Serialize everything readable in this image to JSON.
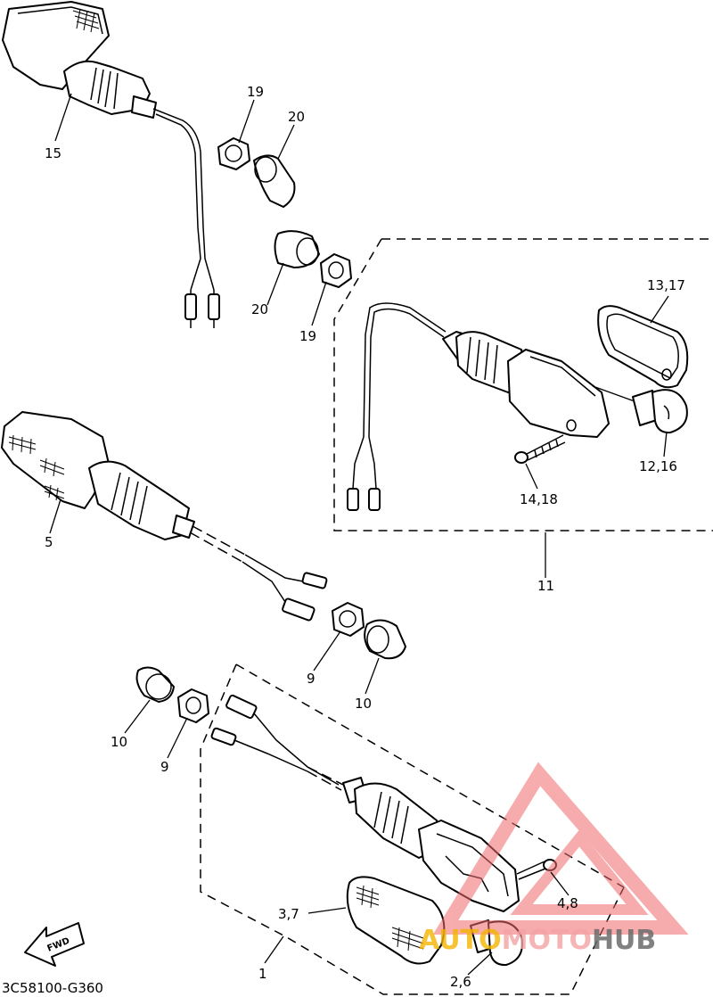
{
  "labels": {
    "p15": "15",
    "p19_top": "19",
    "p20_top": "20",
    "p20_mid": "20",
    "p19_mid": "19",
    "p13_17": "13,17",
    "p12_16": "12,16",
    "p14_18": "14,18",
    "p11": "11",
    "p5": "5",
    "p9_right": "9",
    "p10_right": "10",
    "p10_left": "10",
    "p9_left": "9",
    "p3_7": "3,7",
    "p4_8": "4,8",
    "p1": "1",
    "p2_6": "2,6"
  },
  "fwd_label": "FWD",
  "diagram_code": "3C58100-G360",
  "watermark": {
    "part_a": "AUTO",
    "part_b": "MOTO",
    "part_c": "HUB",
    "color_a": "#f4b400",
    "color_b": "#f4a3a3",
    "color_c": "#6b6b6b"
  }
}
